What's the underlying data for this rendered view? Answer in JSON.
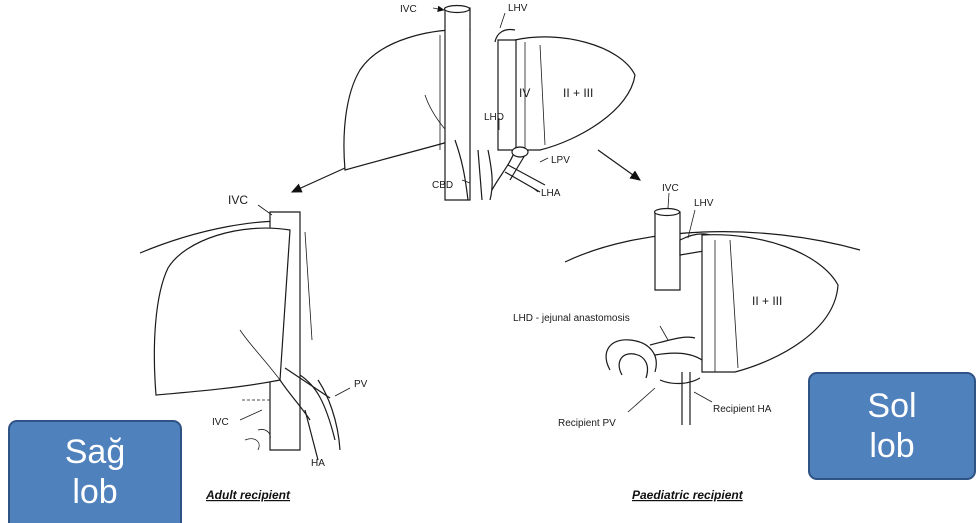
{
  "top_diagram": {
    "ivc": "IVC",
    "lhv": "LHV",
    "segment_iv": "IV",
    "segment_ii_iii": "II + III",
    "lhd": "LHD",
    "cbd": "CBD",
    "lpv": "LPV",
    "lha": "LHA"
  },
  "adult_diagram": {
    "ivc_top": "IVC",
    "ivc_bottom": "IVC",
    "pv": "PV",
    "ha": "HA",
    "caption": "Adult recipient"
  },
  "paediatric_diagram": {
    "ivc": "IVC",
    "lhv": "LHV",
    "segment_ii_iii": "II + III",
    "lhd_anastomosis": "LHD - jejunal anastomosis",
    "recipient_pv": "Recipient PV",
    "recipient_ha": "Recipient HA",
    "caption": "Paediatric recipient"
  },
  "overlay_boxes": {
    "right_lobe": [
      "Sağ",
      "lob"
    ],
    "left_lobe": [
      "Sol",
      "lob"
    ],
    "color": "#4f81bd"
  }
}
